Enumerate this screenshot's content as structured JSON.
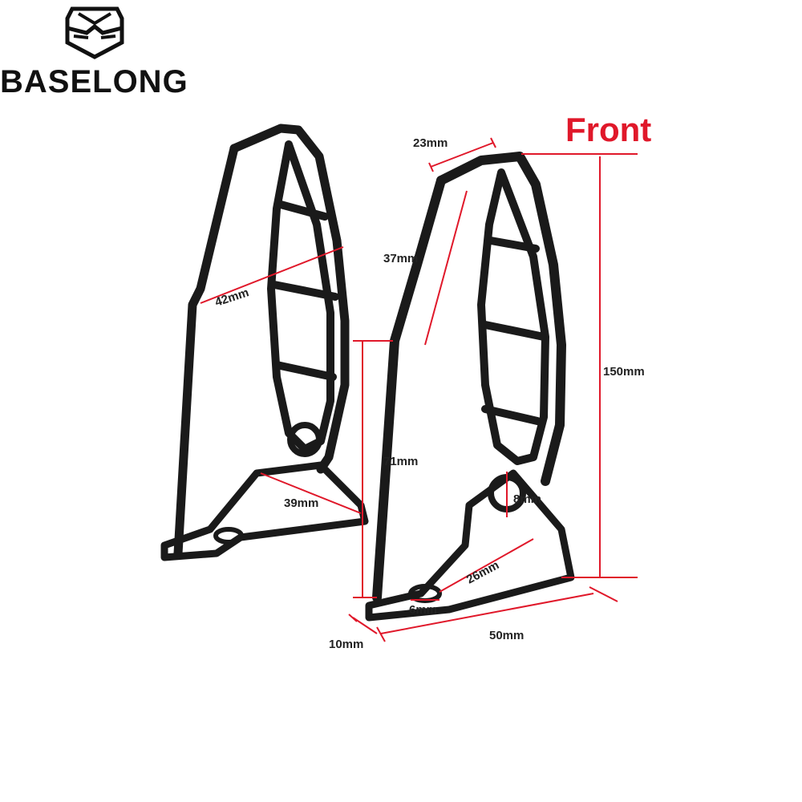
{
  "brand": {
    "name": "BASELONG",
    "logo_icon": "shield-mask-logo"
  },
  "front_label": "Front",
  "accent_color": "#e0182a",
  "dimensions": {
    "top_width": "23mm",
    "upper_side": "37mm",
    "height": "150mm",
    "left_width": "42mm",
    "left_base": "39mm",
    "lower_side": "71mm",
    "hole": "8mm",
    "inner_base": "26mm",
    "small_hole": "6mm",
    "thickness": "10mm",
    "base_length": "50mm"
  }
}
